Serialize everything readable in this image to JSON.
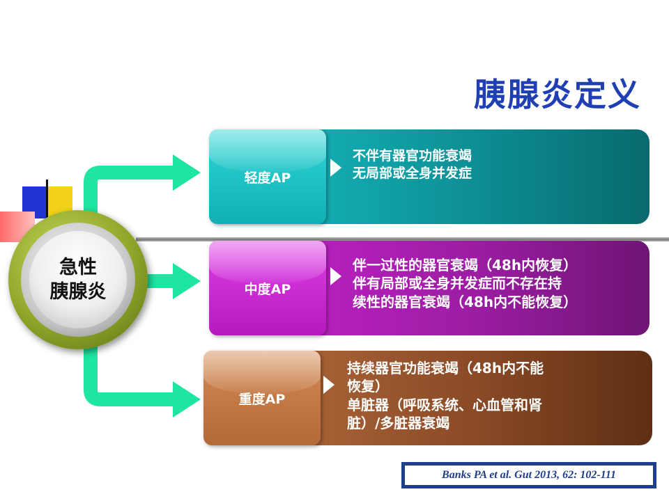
{
  "title": "胰腺炎定义",
  "center": {
    "line1": "急性",
    "line2": "胰腺炎"
  },
  "rows": [
    {
      "label": "轻度AP",
      "lines": [
        "不伴有器官功能衰竭",
        "无局部或全身并发症"
      ]
    },
    {
      "label": "中度AP",
      "lines": [
        "伴一过性的器官衰竭（48h内恢复）",
        "伴有局部或全身并发症而不存在持",
        "续性的器官衰竭（48h内不能恢复）"
      ]
    },
    {
      "label": "重度AP",
      "lines": [
        "持续器官功能衰竭（48h内不能",
        "恢复）",
        "单脏器（呼吸系统、心血管和肾",
        "脏）/多脏器衰竭"
      ]
    }
  ],
  "citation": "Banks PA et al. Gut 2013, 62: 102-111",
  "colors": {
    "title": "#1f3fb3",
    "arrow": "#1ee6a0",
    "mild": "#0a8f95",
    "moderate": "#8a1a8f",
    "severe": "#6e3a1c",
    "citation_border": "#1e3f8a"
  }
}
